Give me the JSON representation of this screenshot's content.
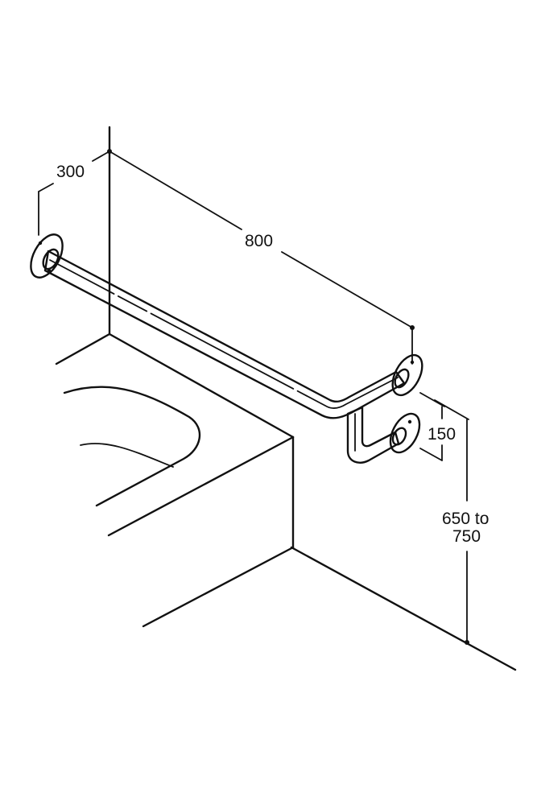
{
  "dimensions": {
    "depth": "300",
    "length": "800",
    "drop": "150",
    "height_line1": "650 to",
    "height_line2": "750"
  },
  "colors": {
    "ink": "#111111",
    "paper": "#ffffff"
  }
}
